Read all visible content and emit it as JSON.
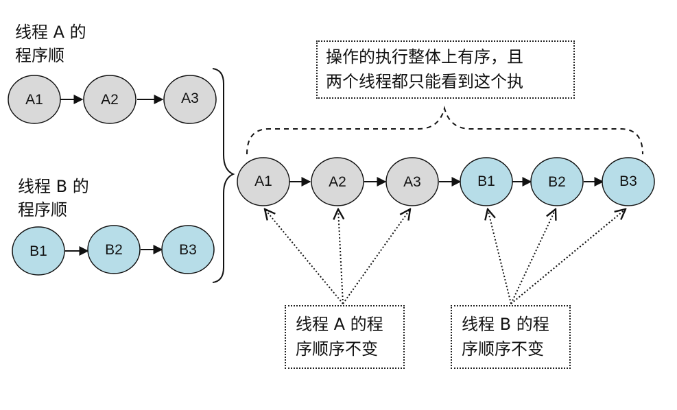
{
  "thread_a_label": {
    "line1": "线程 A 的",
    "line2": "程序顺"
  },
  "thread_b_label": {
    "line1": "线程 B 的",
    "line2": "程序顺"
  },
  "thread_a_nodes": [
    "A1",
    "A2",
    "A3"
  ],
  "thread_b_nodes": [
    "B1",
    "B2",
    "B3"
  ],
  "merged_nodes": [
    "A1",
    "A2",
    "A3",
    "B1",
    "B2",
    "B3"
  ],
  "top_note": {
    "line1": "操作的执行整体上有序，且",
    "line2": "两个线程都只能看到这个执"
  },
  "bottom_note_a": {
    "line1": "线程 A 的程",
    "line2": "序顺序不变"
  },
  "bottom_note_b": {
    "line1": "线程 B 的程",
    "line2": "序顺序不变"
  },
  "colors": {
    "gray_node": "#d9d9d9",
    "blue_node": "#b7dde8",
    "stroke": "#111111"
  }
}
